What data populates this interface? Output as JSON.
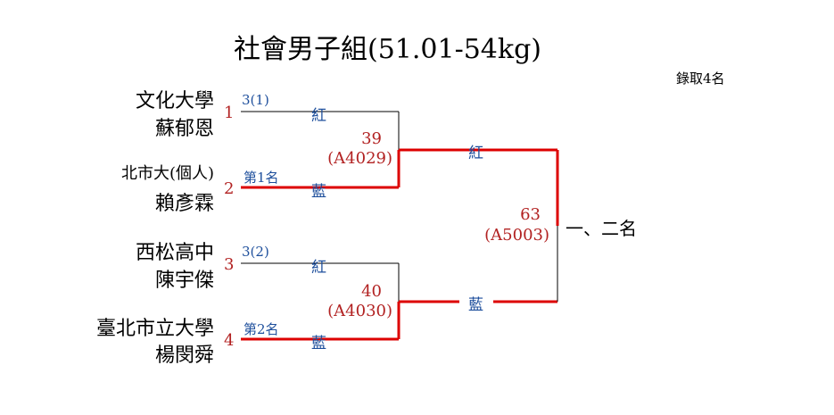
{
  "title": "社會男子組(51.01-54kg)",
  "quota": "錄取4名",
  "colors": {
    "red": "#dd0000",
    "seed": "#b22222",
    "blue": "#1e4f9c",
    "line": "#000000"
  },
  "entries": [
    {
      "seed": "1",
      "team": "文化大學",
      "name": "蘇郁恩",
      "note": "3(1)"
    },
    {
      "seed": "2",
      "team": "北市大(個人)",
      "name": "賴彥霖",
      "note": "第1名"
    },
    {
      "seed": "3",
      "team": "西松高中",
      "name": "陳宇傑",
      "note": "3(2)"
    },
    {
      "seed": "4",
      "team": "臺北市立大學",
      "name": "楊閔舜",
      "note": "第2名"
    }
  ],
  "matches": [
    {
      "no": "39",
      "code": "(A4029)",
      "top_corner": "紅",
      "bottom_corner": "藍"
    },
    {
      "no": "40",
      "code": "(A4030)",
      "top_corner": "紅",
      "bottom_corner": "藍"
    },
    {
      "no": "63",
      "code": "(A5003)",
      "top_corner": "紅",
      "bottom_corner": "藍"
    }
  ],
  "final_label": "一、二名"
}
